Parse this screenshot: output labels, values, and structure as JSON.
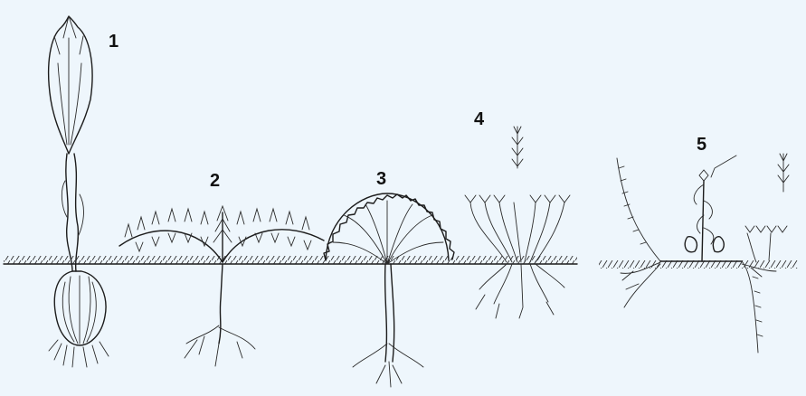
{
  "figure": {
    "labels": [
      {
        "id": "1",
        "text": "1"
      },
      {
        "id": "2",
        "text": "2"
      },
      {
        "id": "3",
        "text": "3"
      },
      {
        "id": "4",
        "text": "4"
      },
      {
        "id": "5",
        "text": "5"
      }
    ]
  },
  "colors": {
    "background": "#eef6fc",
    "ink": "#1c1c1c"
  }
}
